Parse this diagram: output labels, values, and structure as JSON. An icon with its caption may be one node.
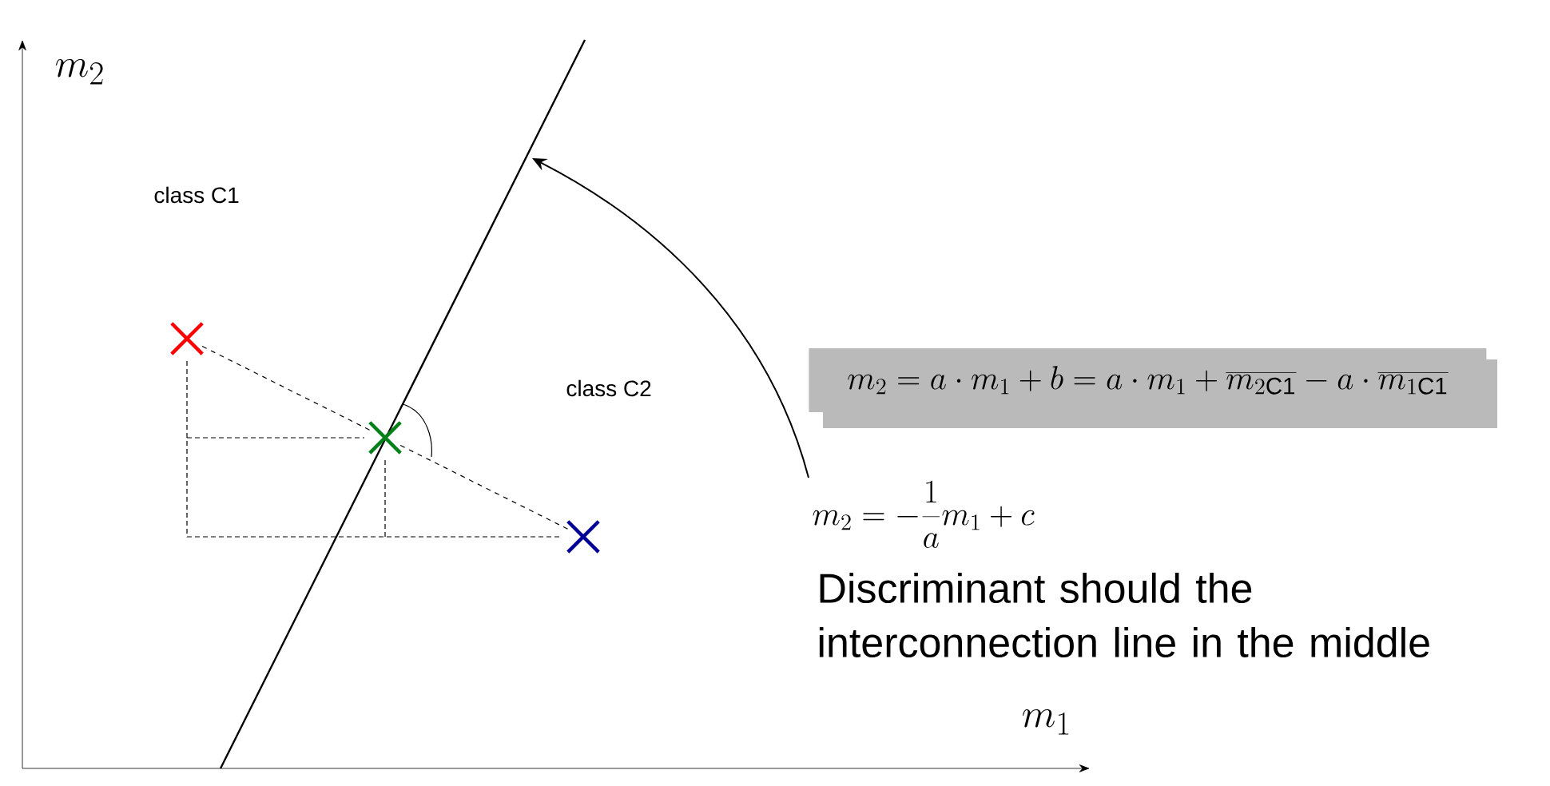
{
  "diagram": {
    "nodes": [
      {
        "text": [],
        "shape": "cross"
      },
      {
        "text": [],
        "shape": "cross"
      },
      {
        "text": [],
        "shape": "cross"
      },
      {
        "text": [
          "m_2 = a \\cdot m_1 + b = a \\cdot m_1 + \\overline{m_{2\\mathrm{C1}}} - a \\cdot \\overline{m_{1\\mathrm{C1}}}"
        ]
      },
      {
        "text": [
          "m_2 = -\\frac{1}{a} m_1 + c"
        ]
      }
    ],
    "edges": [
      {
        "from": 4,
        "to": null,
        "arrow": "to"
      },
      {
        "from": 0,
        "to": 1,
        "arrow": "none",
        "style": "dashed"
      },
      {
        "from": 1,
        "to": 2,
        "arrow": "none",
        "style": "dashed"
      }
    ],
    "labels": [
      "m_2",
      "class C1",
      "class C2",
      "Discriminant should the interconnection line in the middle",
      "m_1"
    ]
  }
}
